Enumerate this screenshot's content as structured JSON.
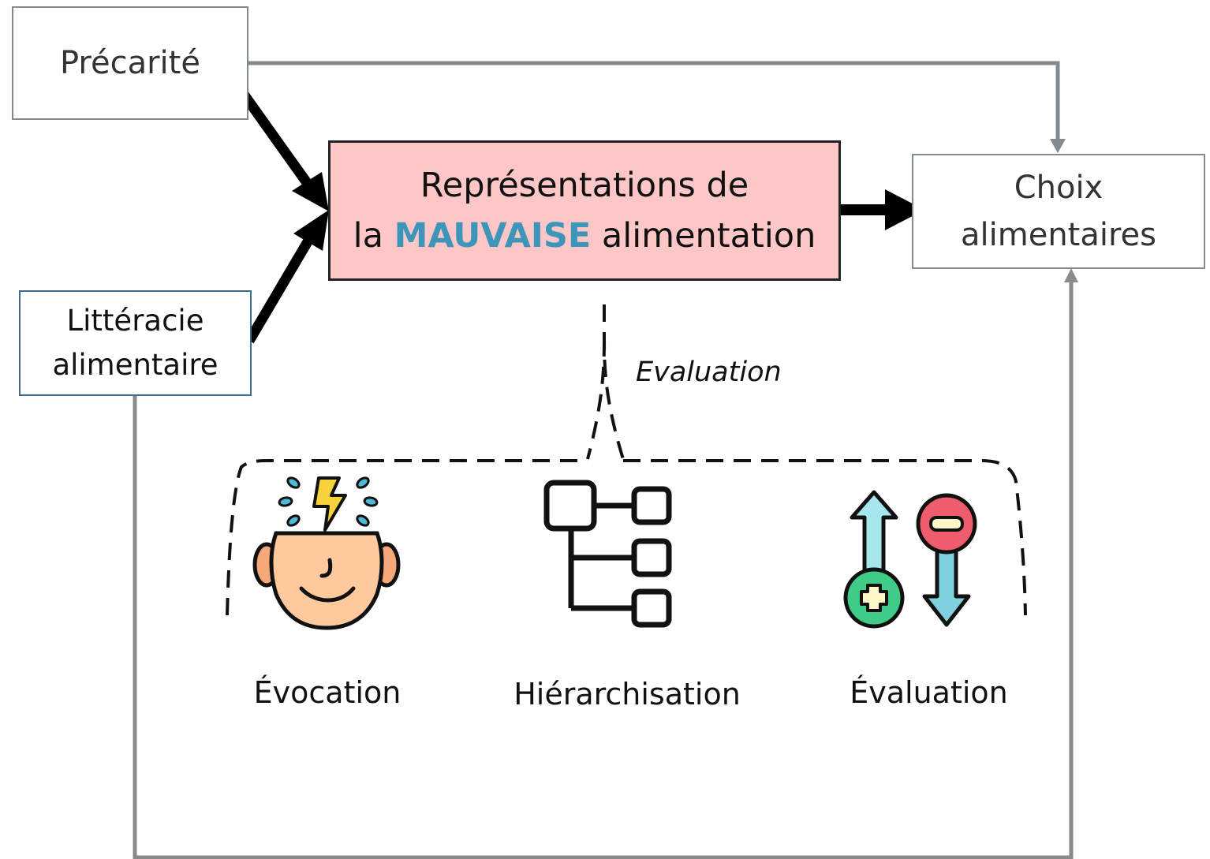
{
  "nodes": {
    "precarite": "Précarité",
    "representations_line1": "Représentations de",
    "representations_prefix": "la ",
    "representations_accent": "MAUVAISE",
    "representations_suffix": " alimentation",
    "choix_line1": "Choix",
    "choix_line2": "alimentaires",
    "litteracie_line1": "Littéracie",
    "litteracie_line2": "alimentaire"
  },
  "edge_label": "Evaluation",
  "steps": [
    {
      "label": "Évocation",
      "icon": "head-idea-icon"
    },
    {
      "label": "Hiérarchisation",
      "icon": "hierarchy-tree-icon"
    },
    {
      "label": "Évaluation",
      "icon": "plus-minus-arrows-icon"
    }
  ],
  "colors": {
    "accent_text": "#3d95b9",
    "central_box_fill": "#fdc6c7",
    "gray_connector": "#7f8a91",
    "black_arrow": "#000000"
  }
}
